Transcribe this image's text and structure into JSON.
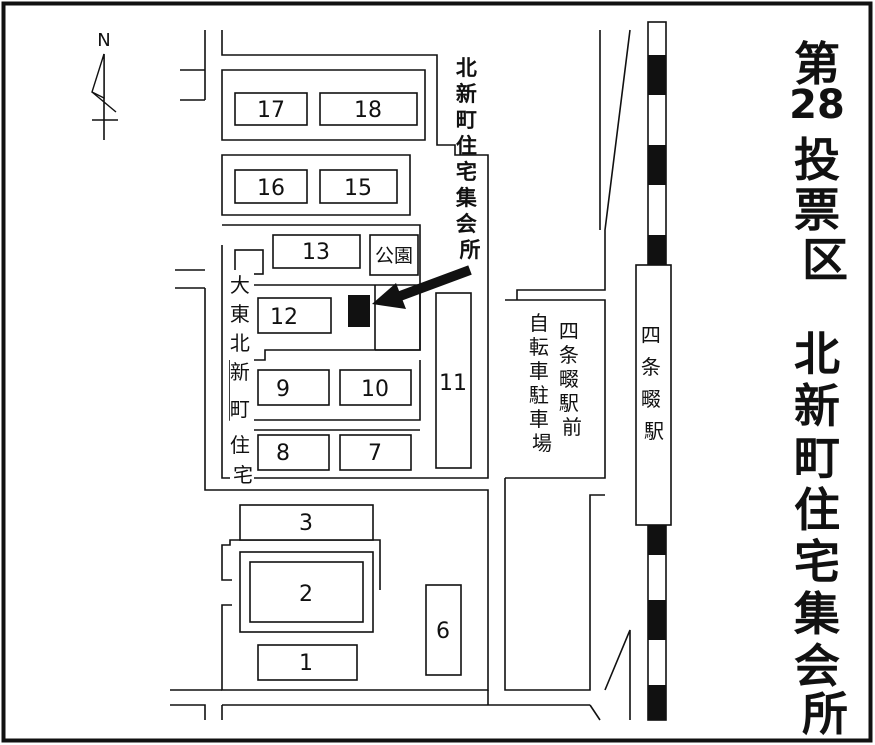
{
  "map": {
    "title_district": "第28投票区",
    "title_venue": "北新町住宅集会所",
    "venue_label": "北新町住宅集会所",
    "compass": {
      "north_label": "N"
    },
    "park_label": "公園",
    "bicycle_parking_label": [
      "四条畷駅前",
      "自転車駐車場"
    ],
    "station_label": "四条畷駅",
    "housing_label": "大東北新町住宅",
    "buildings": [
      "17",
      "18",
      "16",
      "15",
      "13",
      "12",
      "9",
      "10",
      "11",
      "8",
      "7",
      "3",
      "2",
      "6",
      "1"
    ]
  }
}
